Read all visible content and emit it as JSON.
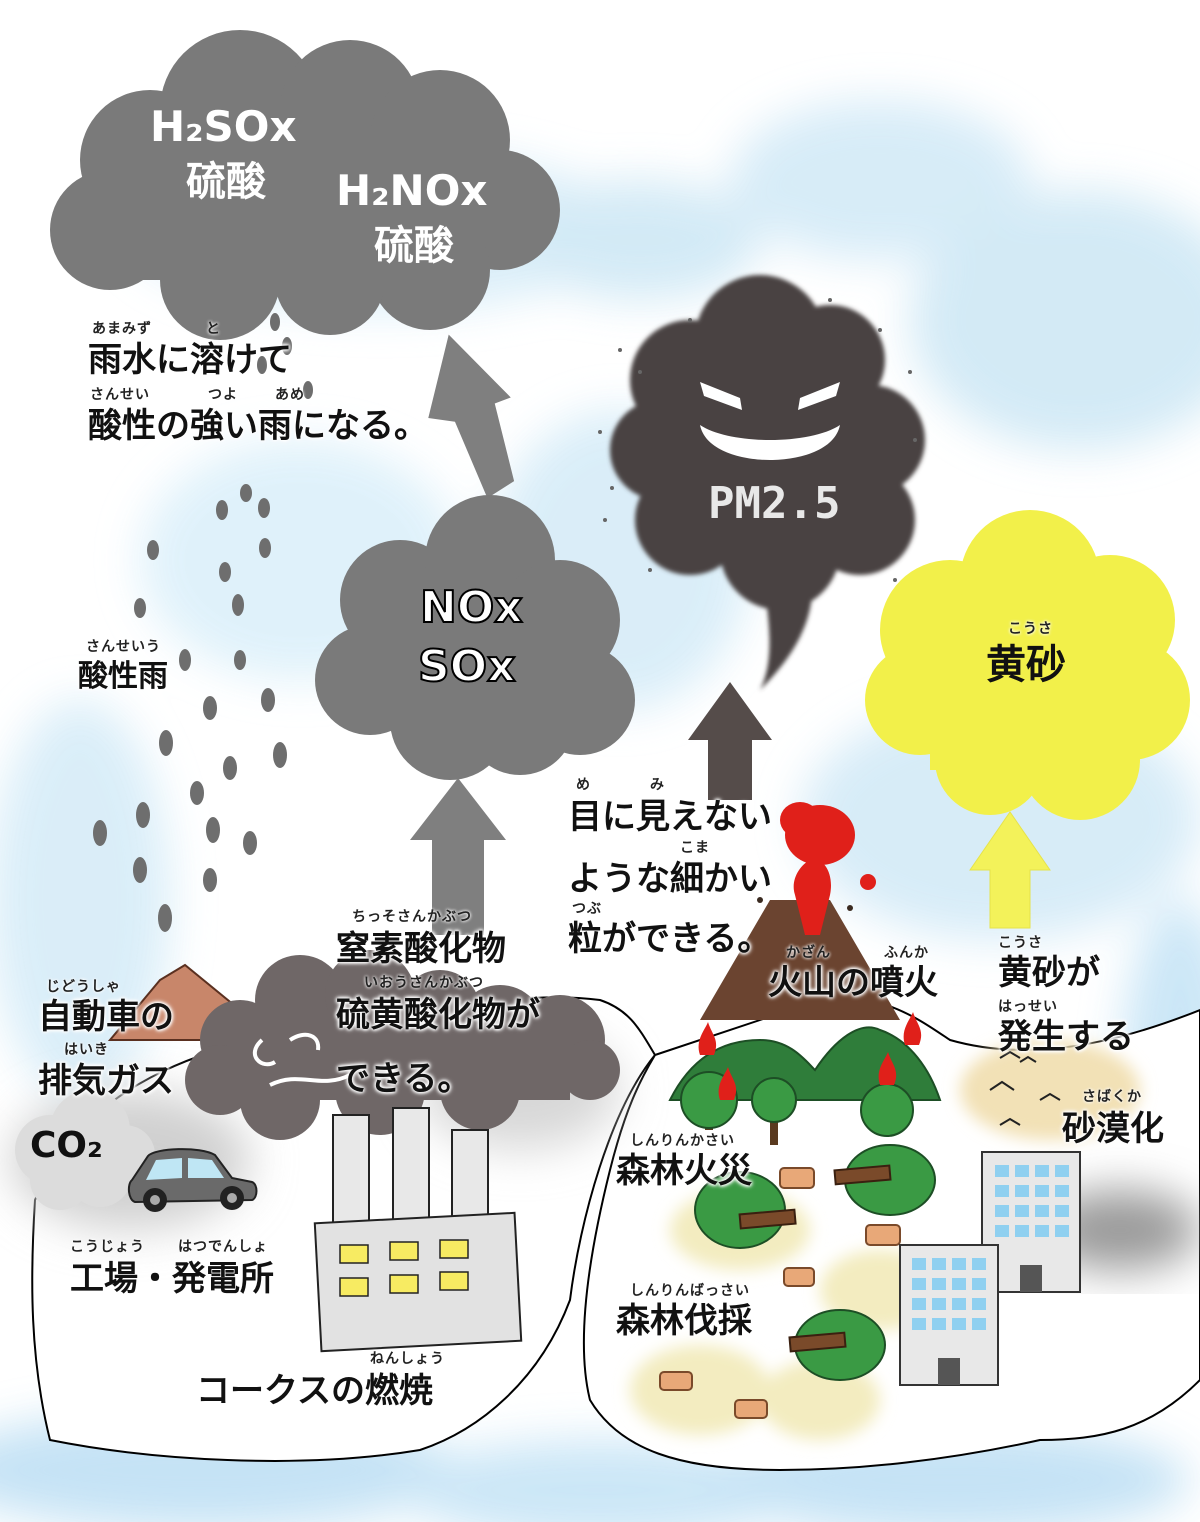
{
  "colors": {
    "sky_blue": "#cfe8f5",
    "acid_cloud": "#7a7a7a",
    "pm_cloud": "#4a4342",
    "kosa_cloud": "#f2f04a",
    "arrow_gray": "#7f7f7f",
    "arrow_dark": "#554c4a",
    "arrow_yellow": "#f3f25a",
    "volcano_red": "#e0201a",
    "tree_green": "#3a9a44",
    "mountain_green": "#2f7d3a"
  },
  "top_cloud": {
    "h2sox": "H₂SOx",
    "h2sox_name": "硫酸",
    "h2nox": "H₂NOx",
    "h2nox_name": "硫酸"
  },
  "dissolve_text": {
    "line1": "雨水に溶けて",
    "line1_ruby_a": "あまみず",
    "line1_ruby_b": "と",
    "line2": "酸性の強い雨になる。",
    "line2_ruby_a": "さんせい",
    "line2_ruby_b": "つよ",
    "line2_ruby_c": "あめ"
  },
  "acid_rain": {
    "label": "酸性雨",
    "ruby": "さんせいう"
  },
  "nox_cloud": {
    "line1": "NOx",
    "line2": "SOx"
  },
  "pm_cloud": {
    "label": "PM2.5"
  },
  "kosa_cloud": {
    "label": "黄砂",
    "ruby": "こうさ"
  },
  "fine_particles": {
    "line1": "目に見えない",
    "ruby_me": "め",
    "ruby_mi": "み",
    "line2": "ような細かい",
    "ruby_koma": "こま",
    "line3": "粒ができる。",
    "ruby_tsubu": "つぶ"
  },
  "oxides_text": {
    "line1": "窒素酸化物",
    "ruby1": "ちっそさんかぶつ",
    "line2": "硫黄酸化物が",
    "ruby2": "いおうさんかぶつ",
    "line3": "できる。"
  },
  "volcano": {
    "label": "火山の噴火",
    "ruby_a": "かざん",
    "ruby_b": "ふんか"
  },
  "kosa_occur": {
    "line1": "黄砂が",
    "ruby1": "こうさ",
    "line2": "発生する",
    "ruby2": "はっせい"
  },
  "desert": {
    "label": "砂漠化",
    "ruby": "さばくか"
  },
  "car": {
    "line1": "自動車の",
    "ruby1": "じどうしゃ",
    "line2": "排気ガス",
    "ruby2": "はいき"
  },
  "co2": {
    "label": "CO₂"
  },
  "factory": {
    "label": "工場・発電所",
    "ruby_a": "こうじょう",
    "ruby_b": "はつでんしょ"
  },
  "coke": {
    "label": "コークスの燃焼",
    "ruby": "ねんしょう"
  },
  "forest_fire": {
    "label": "森林火災",
    "ruby": "しんりんかさい"
  },
  "deforestation": {
    "label": "森林伐採",
    "ruby": "しんりんばっさい"
  }
}
